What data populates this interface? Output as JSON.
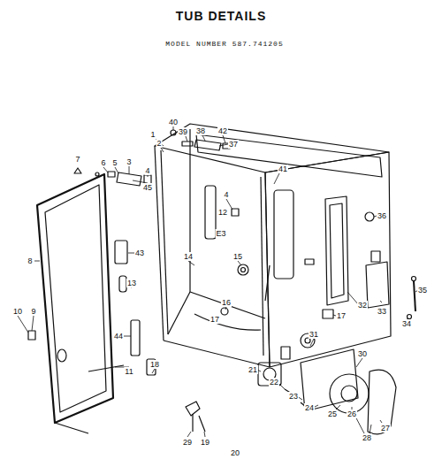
{
  "diagram": {
    "title": "TUB DETAILS",
    "labels": [
      "MODEL NUMBER 587.741205",
      "40",
      "1",
      "39",
      "38",
      "42",
      "37",
      "2",
      "7",
      "6",
      "5",
      "3",
      "4",
      "45",
      "41",
      "4",
      "12",
      "36",
      "43",
      "14",
      "15",
      "8",
      "13",
      "35",
      "32",
      "33",
      "16",
      "17",
      "17",
      "34",
      "9",
      "10",
      "31",
      "44",
      "30",
      "21",
      "11",
      "18",
      "22",
      "23",
      "24",
      "25",
      "26",
      "27",
      "28",
      "29",
      "19",
      "20",
      "E3"
    ]
  }
}
